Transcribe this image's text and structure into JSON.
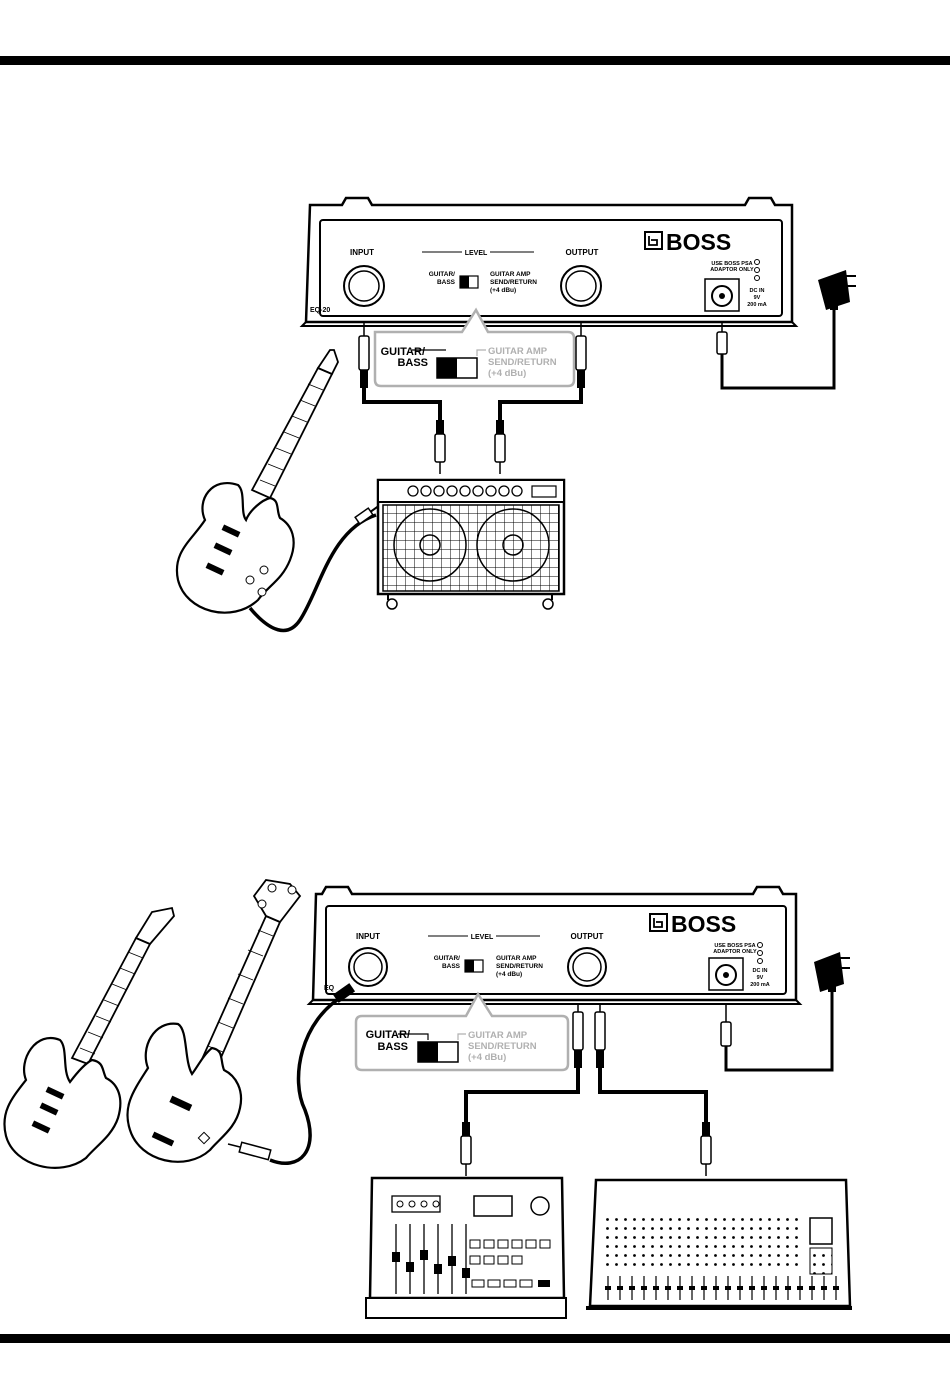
{
  "brand": "BOSS",
  "model": "EQ-20",
  "model_truncated": "EQ",
  "panel": {
    "input_label": "INPUT",
    "output_label": "OUTPUT",
    "level_label": "LEVEL",
    "guitar_bass_line1": "GUITAR/",
    "guitar_bass_line2": "BASS",
    "amp_line1": "GUITAR AMP",
    "amp_line2": "SEND/RETURN",
    "amp_line3": "(+4 dBu)",
    "adaptor_line1": "USE BOSS PSA",
    "adaptor_line2": "ADAPTOR ONLY",
    "dc_line1": "DC IN",
    "dc_line2": "9V",
    "dc_line3": "200 mA"
  },
  "callout": {
    "guitar_bass_line1": "GUITAR/",
    "guitar_bass_line2": "BASS",
    "amp_line1": "GUITAR AMP",
    "amp_line2": "SEND/RETURN",
    "amp_line3": "(+4 dBu)"
  },
  "colors": {
    "ink": "#000000",
    "paper": "#ffffff",
    "inactive": "#b0b0b0"
  }
}
